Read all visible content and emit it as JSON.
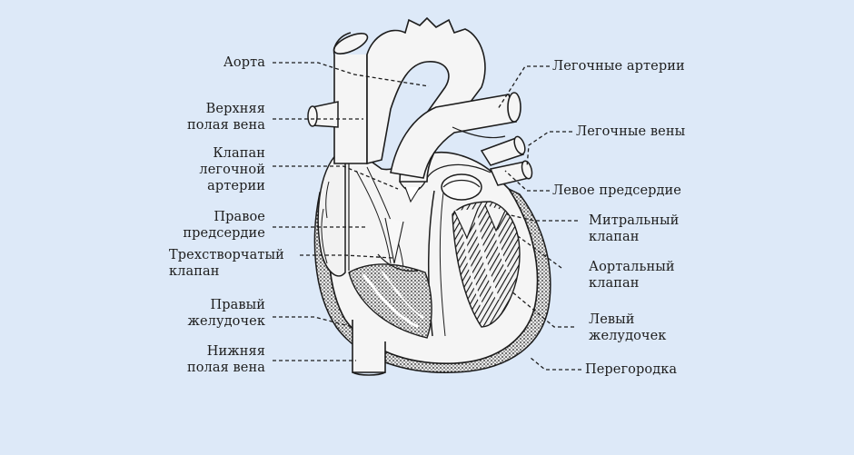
{
  "labels_left": [
    {
      "id": "aorta",
      "text": "Аорта"
    },
    {
      "id": "svc",
      "text": "Верхняя\nполая вена"
    },
    {
      "id": "pulm-valve",
      "text": "Клапан\nлегочной\nартерии"
    },
    {
      "id": "right-atrium",
      "text": "Правое\nпредсердие"
    },
    {
      "id": "tricuspid",
      "text": "Трехстворчатый\nклапан"
    },
    {
      "id": "right-ventricle",
      "text": "Правый\nжелудочек"
    },
    {
      "id": "ivc",
      "text": "Нижняя\nполая вена"
    }
  ],
  "labels_right": [
    {
      "id": "pulm-arteries",
      "text": "Легочные артерии"
    },
    {
      "id": "pulm-veins",
      "text": "Легочные вены"
    },
    {
      "id": "left-atrium",
      "text": "Левое предсердие"
    },
    {
      "id": "mitral",
      "text": "Митральный\nклапан"
    },
    {
      "id": "aortic-valve",
      "text": "Аортальный\nклапан"
    },
    {
      "id": "left-ventricle",
      "text": "Левый\nжелудочек"
    },
    {
      "id": "septum",
      "text": "Перегородка"
    }
  ],
  "colors": {
    "background": "#dde9f8",
    "ink": "#1d1d1d"
  }
}
